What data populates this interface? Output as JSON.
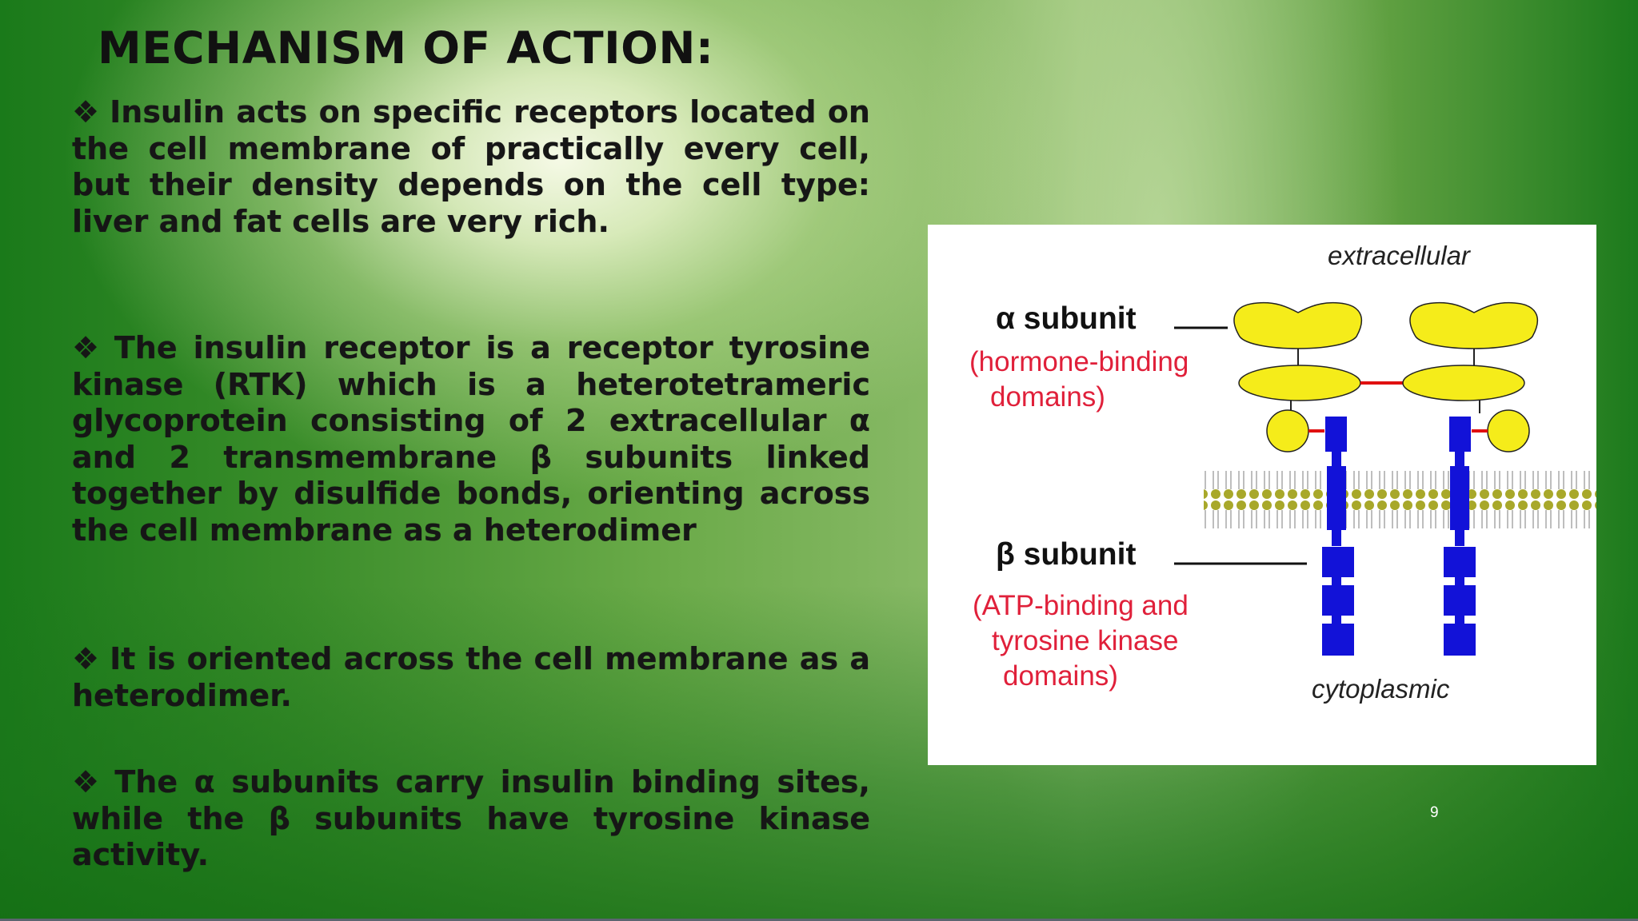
{
  "slide": {
    "title": "MECHANISM OF ACTION:",
    "page_number": "9",
    "bullet_symbol": "❖",
    "bullets": [
      "Insulin acts on specific receptors located on the cell membrane of practically every cell, but their density depends on the cell type: liver and fat cells are very rich.",
      "The insulin receptor is a receptor tyrosine kinase (RTK) which is a heterotetrameric glycoprotein consisting of 2 extracellular α and 2 transmembrane β subunits linked together by disulfide bonds, orienting across the cell membrane as a heterodimer",
      "It is oriented across the cell membrane as a heterodimer.",
      "The α subunits carry insulin binding sites, while the β subunits have tyrosine kinase activity."
    ]
  },
  "figure": {
    "extracellular_label": "extracellular",
    "cytoplasmic_label": "cytoplasmic",
    "alpha_label": "α subunit",
    "alpha_note_line1": "(hormone-binding",
    "alpha_note_line2": "domains)",
    "beta_label": "β subunit",
    "beta_note_line1": "(ATP-binding and",
    "beta_note_line2": "tyrosine kinase",
    "beta_note_line3": "domains)",
    "colors": {
      "alpha_fill": "#f5ec1a",
      "beta_fill": "#1212d8",
      "disulfide": "#e01010",
      "note_text": "#e0203a",
      "membrane": "#a8a82a"
    }
  }
}
